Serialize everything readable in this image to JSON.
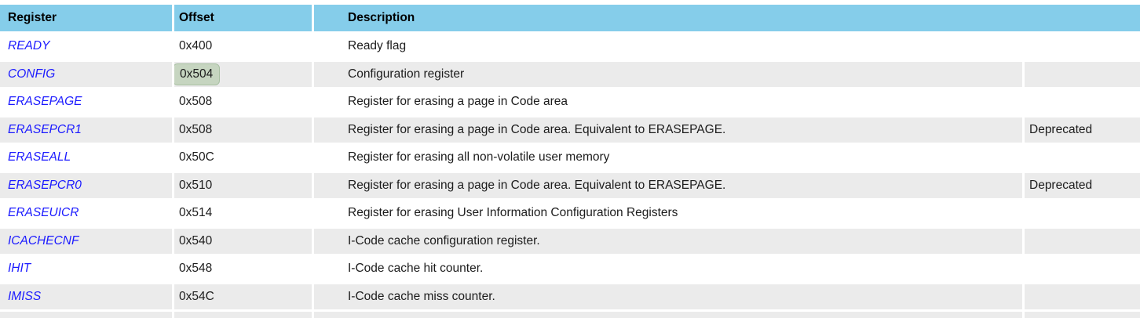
{
  "table": {
    "header": {
      "register": "Register",
      "offset": "Offset",
      "description": "Description"
    },
    "colors": {
      "header_bg": "#85cdea",
      "alt_row_bg": "#ebebeb",
      "register_link": "#1b1aff",
      "highlight_bg": "#c6d5c0",
      "highlight_border": "#a9c0a3",
      "text": "#1c1c1c"
    },
    "rows": [
      {
        "register": "READY",
        "offset": "0x400",
        "offset_highlighted": false,
        "description": "Ready flag",
        "note": ""
      },
      {
        "register": "CONFIG",
        "offset": "0x504",
        "offset_highlighted": true,
        "description": "Configuration register",
        "note": ""
      },
      {
        "register": "ERASEPAGE",
        "offset": "0x508",
        "offset_highlighted": false,
        "description": "Register for erasing a page in Code area",
        "note": ""
      },
      {
        "register": "ERASEPCR1",
        "offset": "0x508",
        "offset_highlighted": false,
        "description": "Register for erasing a page in Code area. Equivalent to ERASEPAGE.",
        "note": "Deprecated"
      },
      {
        "register": "ERASEALL",
        "offset": "0x50C",
        "offset_highlighted": false,
        "description": "Register for erasing all non-volatile user memory",
        "note": ""
      },
      {
        "register": "ERASEPCR0",
        "offset": "0x510",
        "offset_highlighted": false,
        "description": "Register for erasing a page in Code area. Equivalent to ERASEPAGE.",
        "note": "Deprecated"
      },
      {
        "register": "ERASEUICR",
        "offset": "0x514",
        "offset_highlighted": false,
        "description": "Register for erasing User Information Configuration Registers",
        "note": ""
      },
      {
        "register": "ICACHECNF",
        "offset": "0x540",
        "offset_highlighted": false,
        "description": "I-Code cache configuration register.",
        "note": ""
      },
      {
        "register": "IHIT",
        "offset": "0x548",
        "offset_highlighted": false,
        "description": "I-Code cache hit counter.",
        "note": ""
      },
      {
        "register": "IMISS",
        "offset": "0x54C",
        "offset_highlighted": false,
        "description": "I-Code cache miss counter.",
        "note": ""
      }
    ]
  }
}
